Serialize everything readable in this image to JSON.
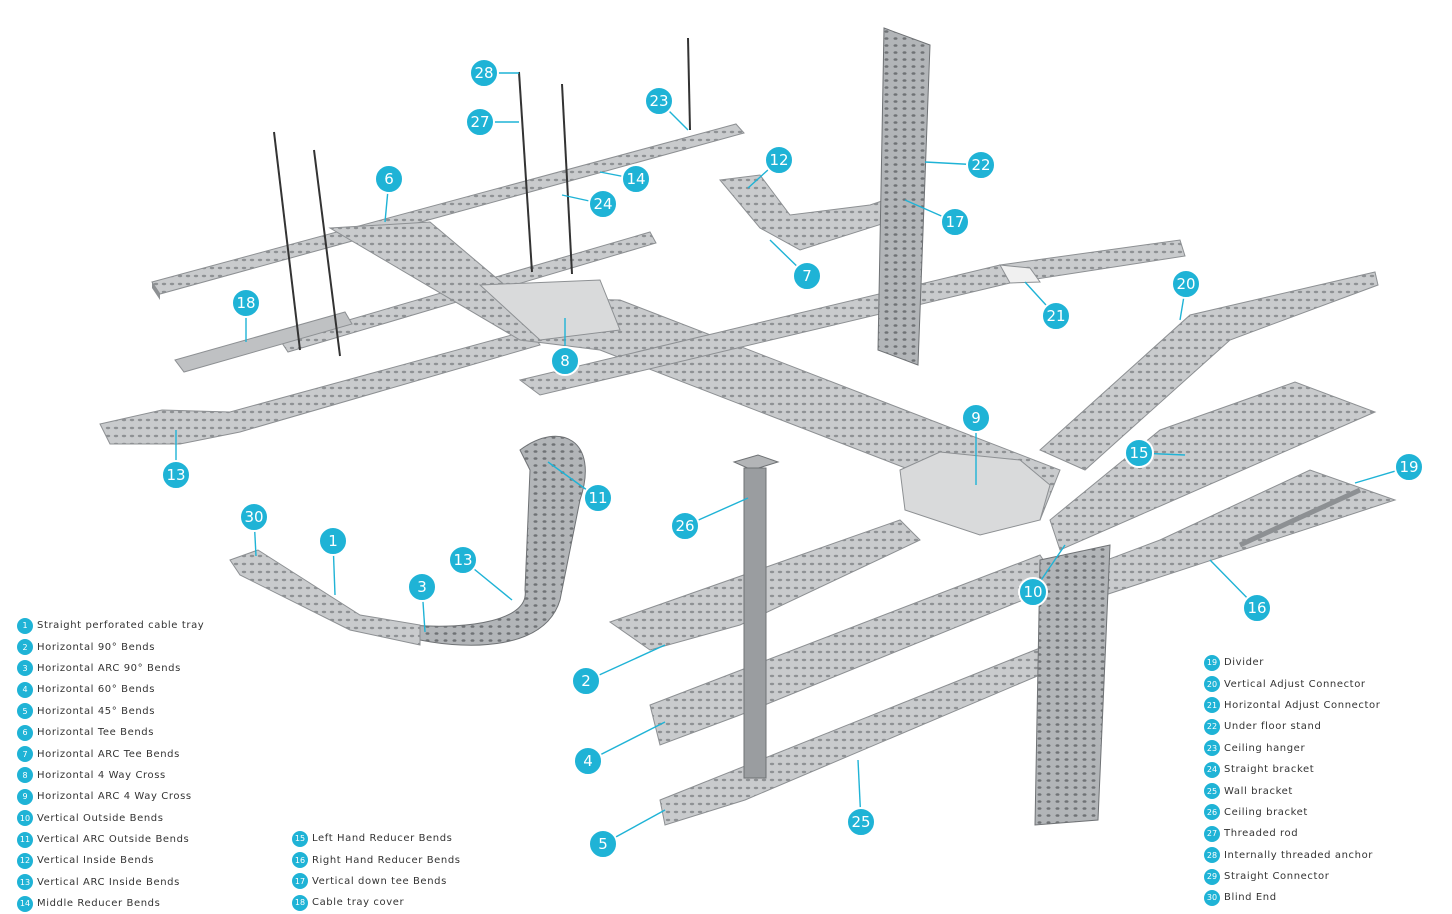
{
  "colors": {
    "callout": "#1fb3d6",
    "leader": "#1fb3d6",
    "tray_light": "#d9dadb",
    "tray_mid": "#b3b5b7",
    "tray_dark": "#8d9093",
    "rod": "#333333"
  },
  "callouts": [
    {
      "label": "1"
    },
    {
      "label": "2"
    },
    {
      "label": "3"
    },
    {
      "label": "4"
    },
    {
      "label": "5"
    },
    {
      "label": "6"
    },
    {
      "label": "7"
    },
    {
      "label": "8"
    },
    {
      "label": "9"
    },
    {
      "label": "10"
    },
    {
      "label": "11"
    },
    {
      "label": "12"
    },
    {
      "label": "13"
    },
    {
      "label": "13"
    },
    {
      "label": "14"
    },
    {
      "label": "15"
    },
    {
      "label": "16"
    },
    {
      "label": "17"
    },
    {
      "label": "18"
    },
    {
      "label": "19"
    },
    {
      "label": "20"
    },
    {
      "label": "21"
    },
    {
      "label": "22"
    },
    {
      "label": "23"
    },
    {
      "label": "24"
    },
    {
      "label": "25"
    },
    {
      "label": "26"
    },
    {
      "label": "27"
    },
    {
      "label": "28"
    },
    {
      "label": "30"
    }
  ],
  "legend_left": [
    {
      "num": "1",
      "text": "Straight perforated cable tray"
    },
    {
      "num": "2",
      "text": "Horizontal 90° Bends"
    },
    {
      "num": "3",
      "text": "Horizontal ARC 90° Bends"
    },
    {
      "num": "4",
      "text": "Horizontal 60° Bends"
    },
    {
      "num": "5",
      "text": "Horizontal 45° Bends"
    },
    {
      "num": "6",
      "text": "Horizontal Tee Bends"
    },
    {
      "num": "7",
      "text": "Horizontal ARC Tee Bends"
    },
    {
      "num": "8",
      "text": "Horizontal 4 Way Cross"
    },
    {
      "num": "9",
      "text": "Horizontal ARC 4 Way Cross"
    },
    {
      "num": "10",
      "text": "Vertical Outside Bends"
    },
    {
      "num": "11",
      "text": "Vertical ARC Outside Bends"
    },
    {
      "num": "12",
      "text": "Vertical Inside Bends"
    },
    {
      "num": "13",
      "text": "Vertical ARC Inside Bends"
    },
    {
      "num": "14",
      "text": "Middle Reducer Bends"
    }
  ],
  "legend_mid": [
    {
      "num": "15",
      "text": "Left Hand Reducer Bends"
    },
    {
      "num": "16",
      "text": "Right Hand Reducer Bends"
    },
    {
      "num": "17",
      "text": "Vertical down tee Bends"
    },
    {
      "num": "18",
      "text": "Cable tray cover"
    }
  ],
  "legend_right": [
    {
      "num": "19",
      "text": "Divider"
    },
    {
      "num": "20",
      "text": "Vertical Adjust Connector"
    },
    {
      "num": "21",
      "text": "Horizontal Adjust Connector"
    },
    {
      "num": "22",
      "text": "Under floor stand"
    },
    {
      "num": "23",
      "text": "Ceiling hanger"
    },
    {
      "num": "24",
      "text": "Straight bracket"
    },
    {
      "num": "25",
      "text": "Wall bracket"
    },
    {
      "num": "26",
      "text": "Ceiling bracket"
    },
    {
      "num": "27",
      "text": "Threaded rod"
    },
    {
      "num": "28",
      "text": "Internally threaded anchor"
    },
    {
      "num": "29",
      "text": "Straight Connector"
    },
    {
      "num": "30",
      "text": "Blind End"
    }
  ]
}
